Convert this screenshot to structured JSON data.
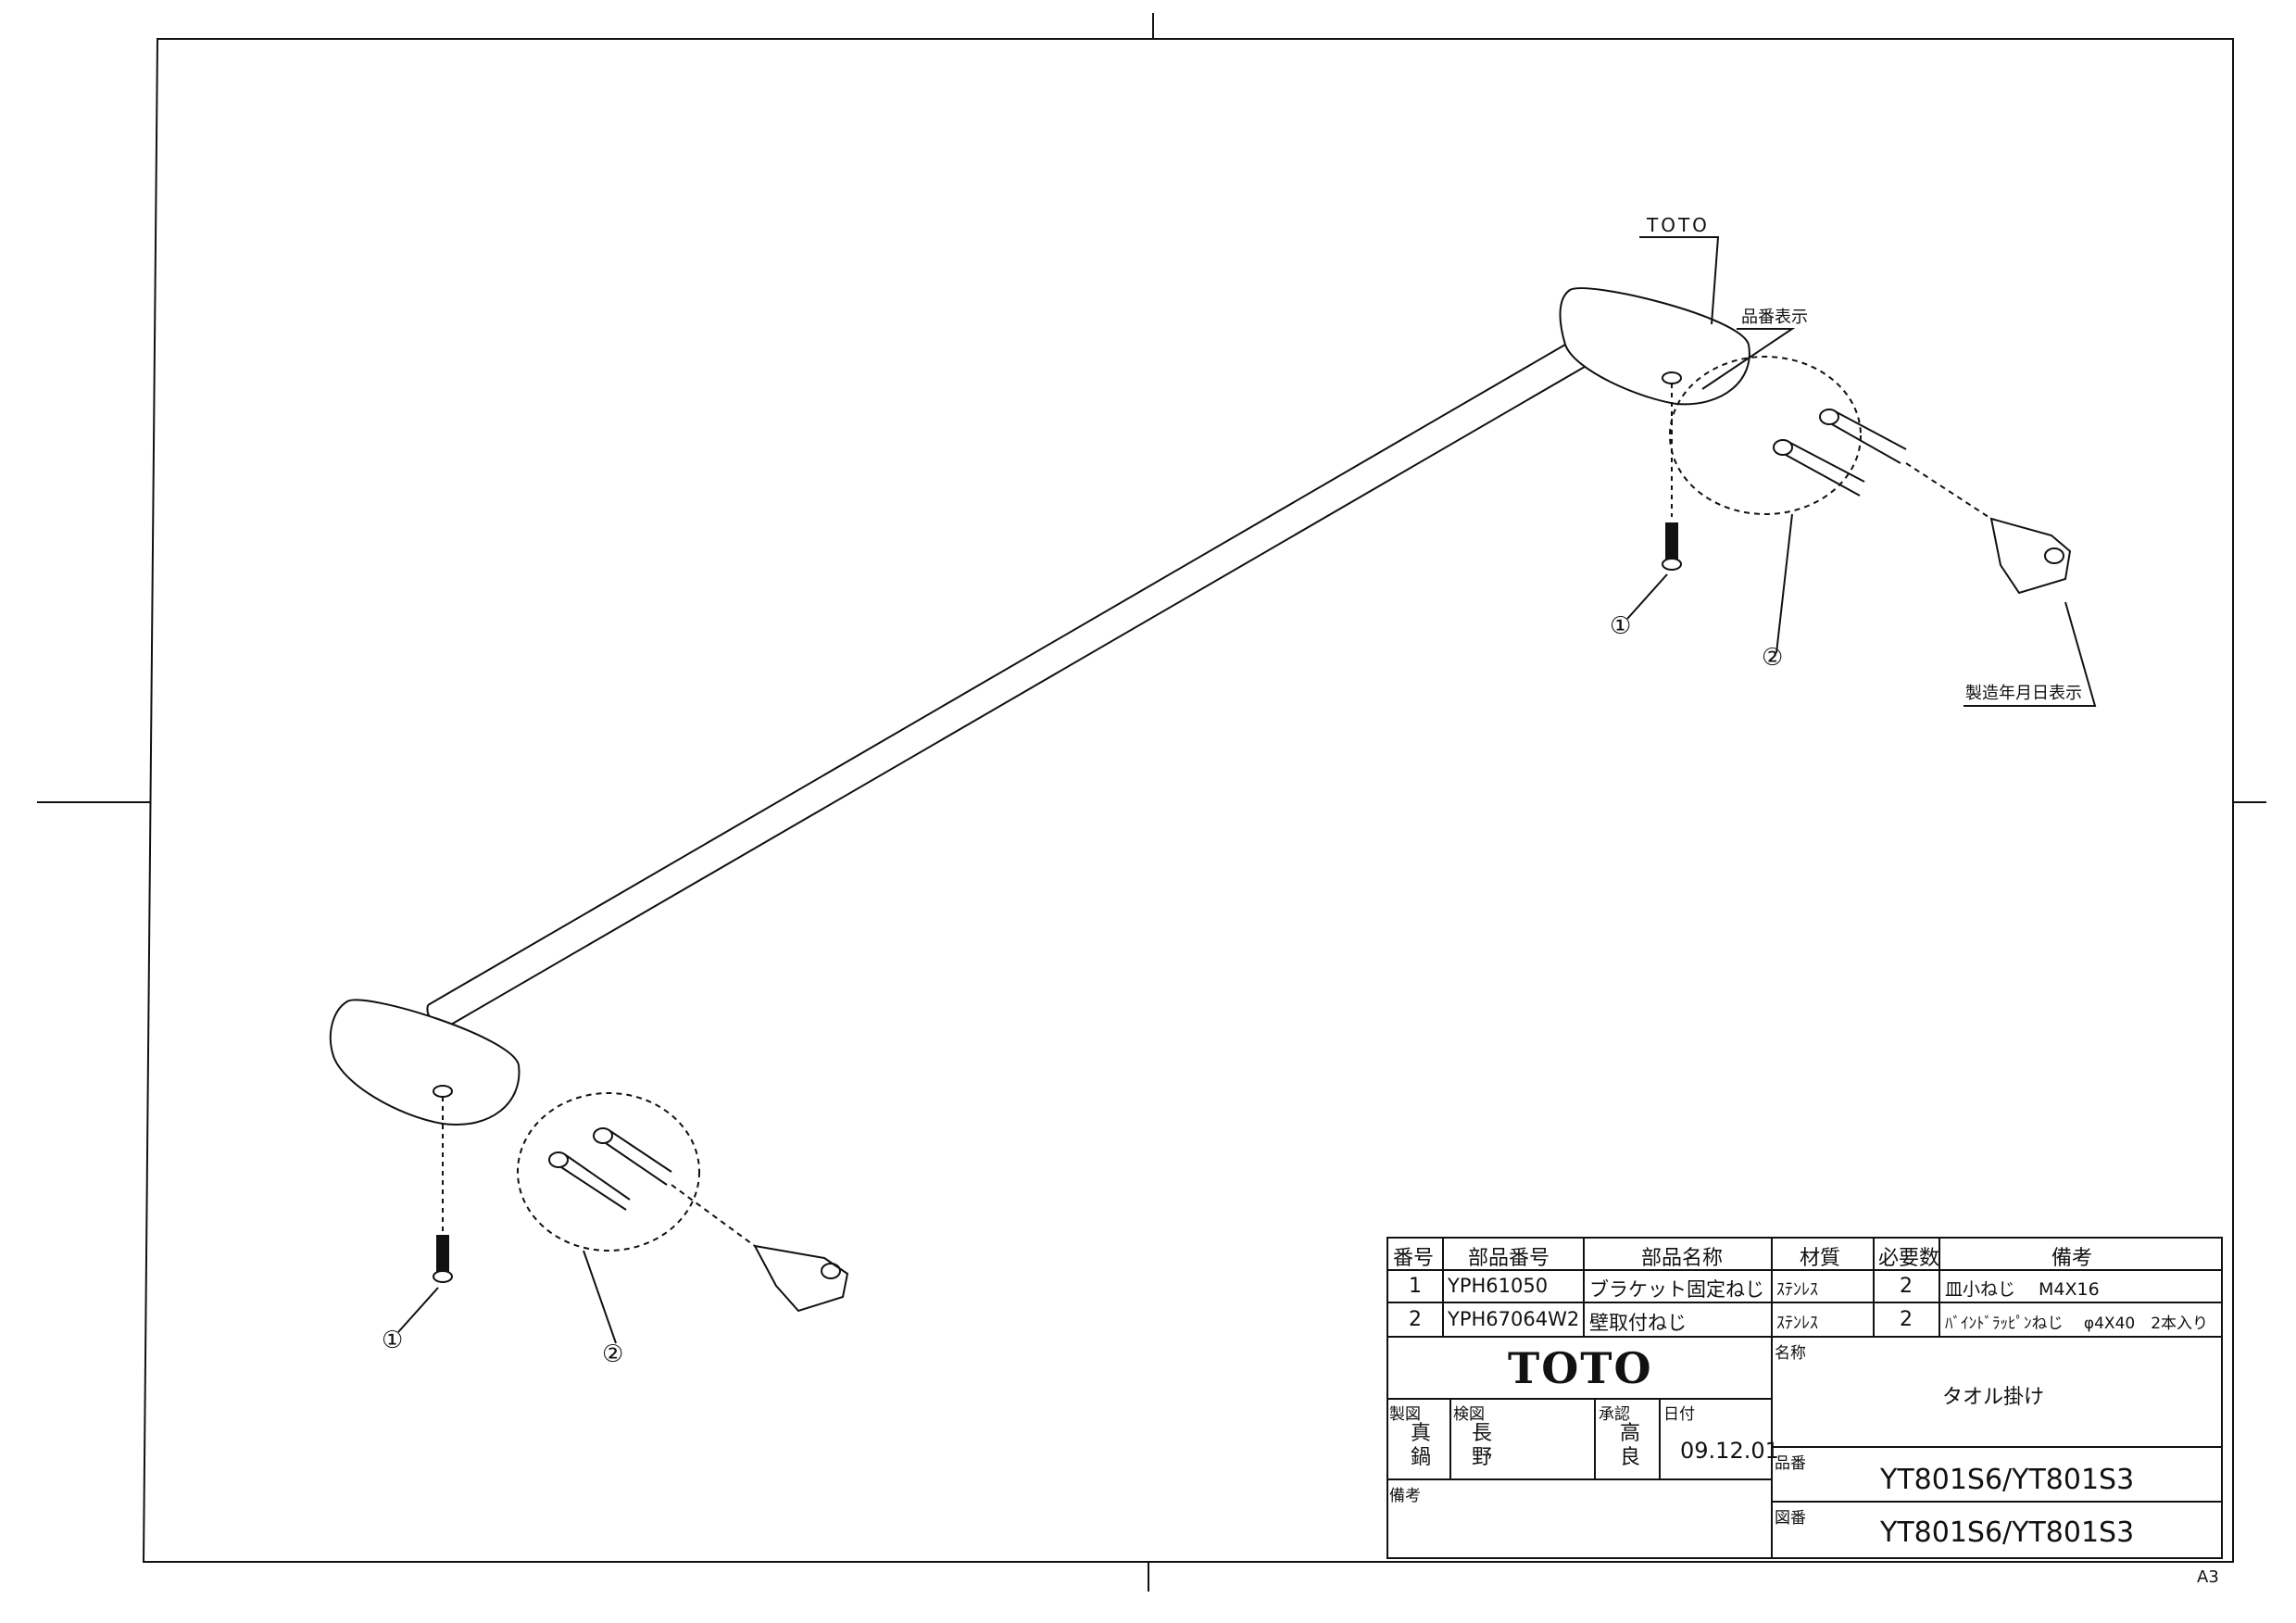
{
  "callouts": {
    "brand_mark": "TOTO",
    "model_number_label": "品番表示",
    "manufacture_date_label": "製造年月日表示",
    "part_1": "①",
    "part_2": "②"
  },
  "parts_table": {
    "headers": [
      "番号",
      "部品番号",
      "部品名称",
      "材質",
      "必要数",
      "備考"
    ],
    "rows": [
      [
        "1",
        "YPH61050",
        "ブラケット固定ねじ",
        "ｽﾃﾝﾚｽ",
        "2",
        "皿小ねじ　 M4X16"
      ],
      [
        "2",
        "YPH67064W2",
        "壁取付ねじ",
        "ｽﾃﾝﾚｽ",
        "2",
        "ﾊﾞｲﾝﾄﾞﾗｯﾋﾟﾝねじ　 φ4X40　2本入り"
      ]
    ]
  },
  "title_block": {
    "logo": "TOTO",
    "drawn_label": "製図",
    "drawn_by": "真鍋",
    "checked_label": "検図",
    "checked_by": "長野",
    "approved_label": "承認",
    "approved_by": "高良",
    "date_label": "日付",
    "date": "09.12.01",
    "remarks_label": "備考",
    "name_label": "名称",
    "name": "タオル掛け",
    "product_label": "品番",
    "product_number": "YT801S6/YT801S3",
    "drawing_label": "図番",
    "drawing_number": "YT801S6/YT801S3"
  },
  "sheet_size": "A3"
}
